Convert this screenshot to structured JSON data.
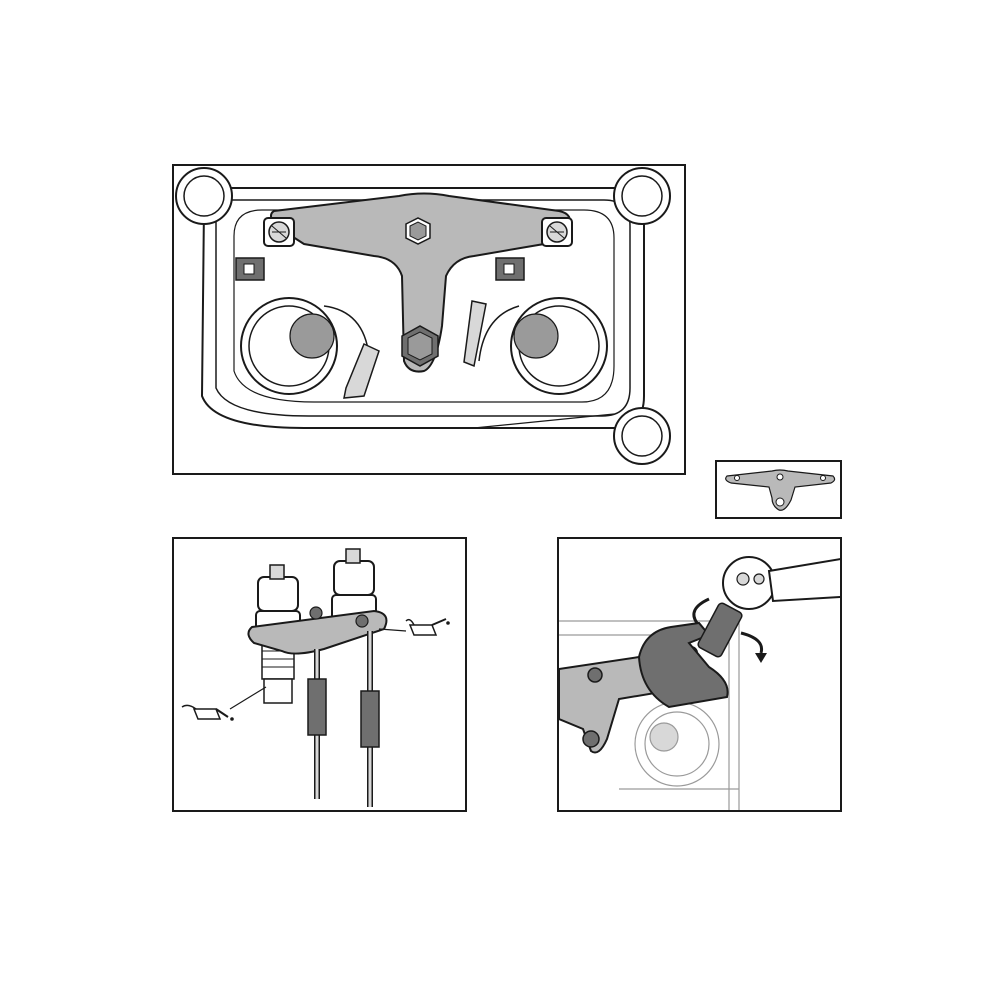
{
  "figure": {
    "panels": [
      {
        "id": "main",
        "icon": "cylinder-head-tool-installed-illustration"
      },
      {
        "id": "thumb",
        "icon": "tool-plate-thumbnail"
      },
      {
        "id": "assembly",
        "icon": "tool-assembly-with-oil-can-icon"
      },
      {
        "id": "tighten",
        "icon": "wrench-and-ratchet-tightening-illustration"
      }
    ],
    "colors": {
      "line": "#1a1a1a",
      "tool_gray": "#b9b9b9",
      "dark_gray": "#6f6f6f",
      "background": "#ffffff",
      "faded_line": "#9a9a9a"
    }
  }
}
